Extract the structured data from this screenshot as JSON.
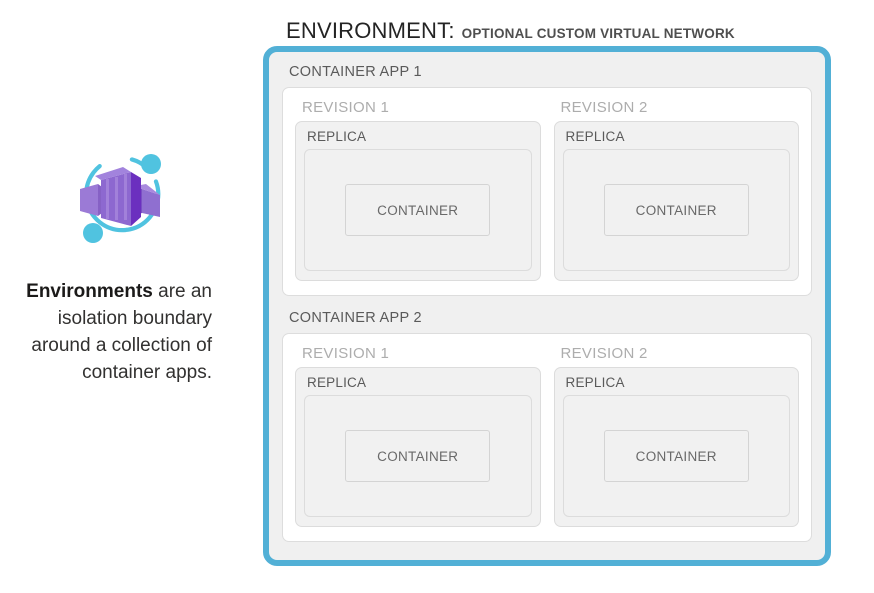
{
  "header": {
    "title": "ENVIRONMENT:",
    "subtitle": "OPTIONAL CUSTOM VIRTUAL NETWORK"
  },
  "left_panel": {
    "icon": "azure-container-apps-icon",
    "caption_lead": "Environments",
    "caption_rest": " are an isolation boundary around a collection of container apps."
  },
  "colors": {
    "environment_border": "#52b0d6",
    "environment_fill": "#f0f0f0",
    "app_card_fill": "#ffffff",
    "app_card_border": "#dddddd",
    "box_fill": "#f1f1f1",
    "box_border": "#dcdcdc",
    "app_label_text": "#5a5a5a",
    "revision_label_text": "#adadad",
    "container_label_text": "#696969",
    "icon_purple_dark": "#6b2fbf",
    "icon_purple_mid": "#8661c5",
    "icon_purple_light": "#9b7ad6",
    "icon_cyan": "#50c3e0"
  },
  "environment": {
    "apps": [
      {
        "label": "CONTAINER APP 1",
        "revisions": [
          {
            "label": "REVISION 1",
            "replica": {
              "label": "REPLICA",
              "container": {
                "label": "CONTAINER"
              }
            }
          },
          {
            "label": "REVISION 2",
            "replica": {
              "label": "REPLICA",
              "container": {
                "label": "CONTAINER"
              }
            }
          }
        ]
      },
      {
        "label": "CONTAINER APP 2",
        "revisions": [
          {
            "label": "REVISION 1",
            "replica": {
              "label": "REPLICA",
              "container": {
                "label": "CONTAINER"
              }
            }
          },
          {
            "label": "REVISION 2",
            "replica": {
              "label": "REPLICA",
              "container": {
                "label": "CONTAINER"
              }
            }
          }
        ]
      }
    ]
  }
}
